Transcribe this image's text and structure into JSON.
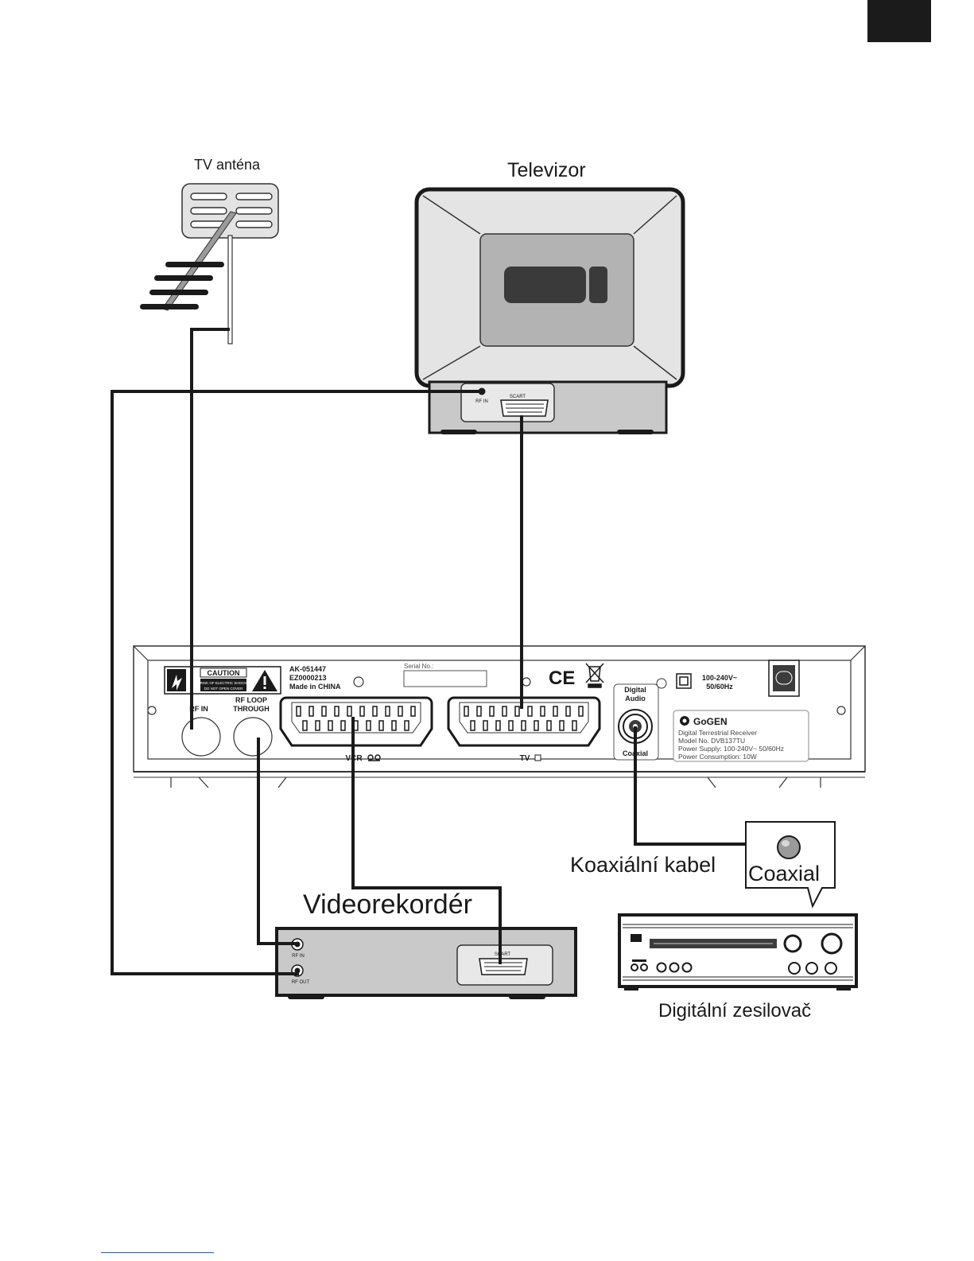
{
  "labels": {
    "antenna": "TV anténa",
    "tv": "Televizor",
    "vcr": "Videorekordér",
    "coax_cable": "Koaxiální kabel",
    "coaxial_bubble": "Coaxial",
    "amplifier": "Digitální zesilovač"
  },
  "tv_panel": {
    "rf_in": "RF IN",
    "scart": "SCART"
  },
  "receiver": {
    "caution": "CAUTION",
    "caution_line1": "RISK OF ELECTRIC SHOCK",
    "caution_line2": "DO NOT OPEN COVER",
    "code1": "AK-051447",
    "code2": "EZ0000213",
    "made_in": "Made in CHINA",
    "serial": "Serial No.:",
    "ce": "CE",
    "power_rating_1": "100-240V~",
    "power_rating_2": "50/60Hz",
    "rf_in": "RF   IN",
    "rf_loop_1": "RF   LOOP",
    "rf_loop_2": "THROUGH",
    "vcr_scart": "VCR",
    "tv_scart": "TV",
    "digital_audio_1": "Digital",
    "digital_audio_2": "Audio",
    "coaxial": "Coaxial",
    "brand": "GoGEN",
    "info_1": "Digital Terrestrial Receiver",
    "info_2": "Model No. DVB137TU",
    "info_3": "Power Supply:  100-240V~ 50/60Hz",
    "info_4": "Power Consumption: 10W"
  },
  "vcr_panel": {
    "rf_in": "RF IN",
    "rf_out": "RF OUT",
    "scart": "SCART"
  },
  "colors": {
    "line": "#1a1a1a",
    "light_gray": "#e2e2e2",
    "mid_gray": "#c8c8c8",
    "dark_gray": "#3c3c3c",
    "corner_tab": "#1b1b1b"
  }
}
